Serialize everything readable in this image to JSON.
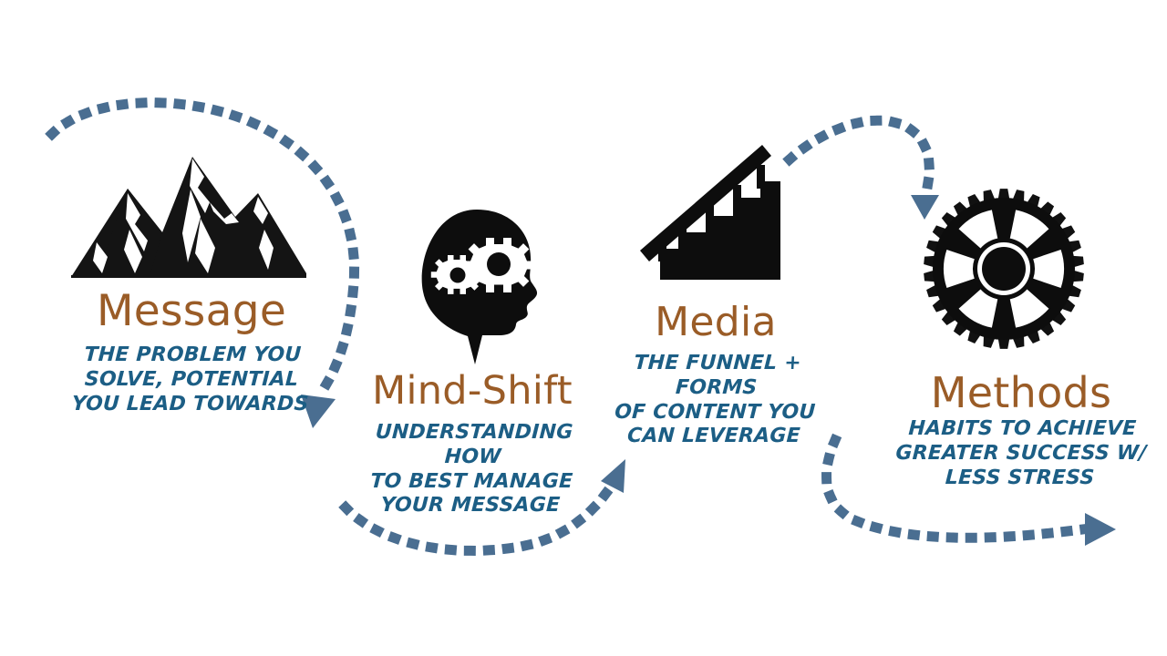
{
  "diagram": {
    "title": "Four-stage marketing framework",
    "background_color": "#ffffff",
    "heading_color": "#9A5C27",
    "description_color": "#1C5E85",
    "arrow_color": "#4A6E91",
    "icon_color": "#111111"
  },
  "stages": [
    {
      "id": "message",
      "title": "Message",
      "description": "THE PROBLEM YOU\nSOLVE, POTENTIAL\nYOU LEAD TOWARDS",
      "icon": "mountain-icon"
    },
    {
      "id": "mindshift",
      "title": "Mind-Shift",
      "description": "UNDERSTANDING HOW\nTO BEST MANAGE\nYOUR MESSAGE",
      "icon": "head-with-gears-icon"
    },
    {
      "id": "media",
      "title": "Media",
      "description": "THE FUNNEL + FORMS\nOF CONTENT YOU\nCAN LEVERAGE",
      "icon": "stairs-icon"
    },
    {
      "id": "methods",
      "title": "Methods",
      "description": "HABITS TO ACHIEVE\nGREATER SUCCESS W/\nLESS STRESS",
      "icon": "cog-wheel-icon"
    }
  ],
  "arrows": [
    {
      "id": "arrow-1",
      "from": "start",
      "to": "message",
      "direction": "down-right"
    },
    {
      "id": "arrow-2",
      "from": "mindshift",
      "to": "media",
      "direction": "up-right"
    },
    {
      "id": "arrow-3",
      "from": "media",
      "to": "methods",
      "direction": "down"
    },
    {
      "id": "arrow-4",
      "from": "methods",
      "to": "end",
      "direction": "right"
    }
  ]
}
